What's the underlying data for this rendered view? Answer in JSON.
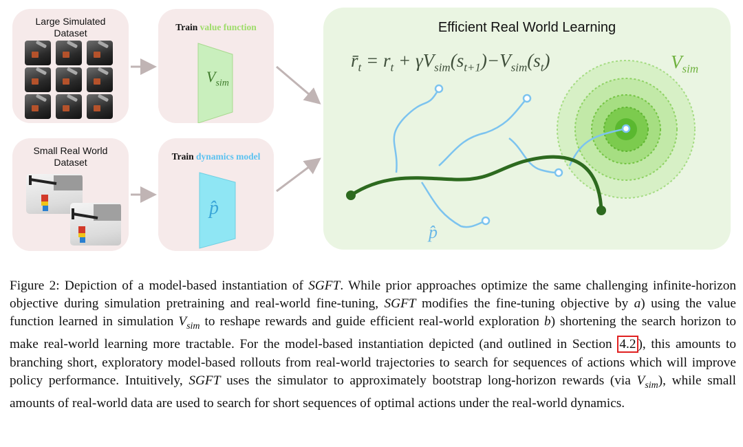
{
  "left_boxes": {
    "sim_dataset": {
      "line1": "Large Simulated",
      "line2": "Dataset"
    },
    "real_dataset": {
      "line1": "Small Real World",
      "line2": "Dataset"
    }
  },
  "train_boxes": {
    "value": {
      "prefix": "Train",
      "highlight": "value function",
      "symbol": "V",
      "symbol_sub": "sim"
    },
    "dynamics": {
      "prefix": "Train",
      "highlight": "dynamics model",
      "symbol": "p̂"
    }
  },
  "right_panel": {
    "title": "Efficient Real World Learning",
    "equation": {
      "lhs": "r̄",
      "lhs_sub": "t",
      "eq": " = r",
      "r_sub": "t",
      "plus": " + γV",
      "v1_sub": "sim",
      "arg1": "(s",
      "arg1_sub": "t+1",
      "minus": ")−V",
      "v2_sub": "sim",
      "arg2": "(s",
      "arg2_sub": "t",
      "close": ")"
    },
    "vsim_label": "V",
    "vsim_sub": "sim",
    "phat_label": "p̂"
  },
  "colors": {
    "pink_box": "#f6eaea",
    "green_panel": "#eaf5e2",
    "value_green": "#9edc6a",
    "dynamics_blue": "#5cc2f0",
    "trajectory_green": "#2d6a1f",
    "rollout_blue": "#7cc3ef"
  },
  "caption": {
    "fig_label": "Figure 2:",
    "s1a": " Depiction of a model-based instantiation of ",
    "sgft": "SGFT",
    "s1b": ". While prior approaches optimize the same challenging infinite-horizon objective during simulation pretraining and real-world fine-tuning, ",
    "s1c": " modifies the fine-tuning objective by ",
    "a": "a",
    "s1d": ") using the value function learned in simulation ",
    "vsim": "V",
    "vsim_sub": "sim",
    "s1e": " to reshape rewards and guide efficient real-world exploration ",
    "b": "b",
    "s1f": ") shortening the search horizon to make real-world learning more tractable. For the model-based instantiation depicted (and outlined in Section ",
    "ref": "4.2",
    "s1g": "), this amounts to branching short, exploratory model-based rollouts from real-world trajectories to search for sequences of actions which will improve policy performance. Intuitively, ",
    "s1h": " uses the simulator to approximately bootstrap long-horizon rewards (via ",
    "s1i": "), while small amounts of real-world data are used to search for short sequences of optimal actions under the real-world dynamics."
  }
}
